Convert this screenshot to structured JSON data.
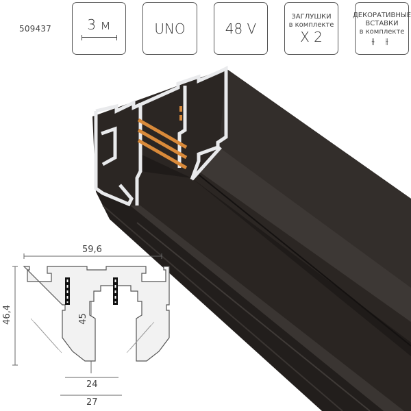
{
  "product": {
    "article_number": "509437"
  },
  "badges": [
    {
      "id": "length",
      "value": "3 м",
      "icon": "ruler-icon"
    },
    {
      "id": "series",
      "value": "UNO"
    },
    {
      "id": "voltage",
      "value": "48 V"
    },
    {
      "id": "end-caps",
      "line1": "ЗАГЛУШКИ",
      "line2": "в комплекте",
      "value": "X 2"
    },
    {
      "id": "decor-inserts",
      "line1": "ДЕКОРАТИВНЫЕ",
      "line2": "ВСТАВКИ",
      "line3": "в комплекте",
      "glyph": "⫳ ⫲",
      "icon": "insert-icon"
    }
  ],
  "drawing": {
    "width_total": "59,6",
    "height_total": "46,4",
    "inner_height": "45",
    "opening_inner": "24",
    "opening_outer": "27"
  },
  "colors": {
    "profile_black": "#2b2623",
    "profile_face": "#3a3532",
    "aluminium_cut": "#e9eaec",
    "copper": "#d98a3a",
    "line": "#666666"
  }
}
